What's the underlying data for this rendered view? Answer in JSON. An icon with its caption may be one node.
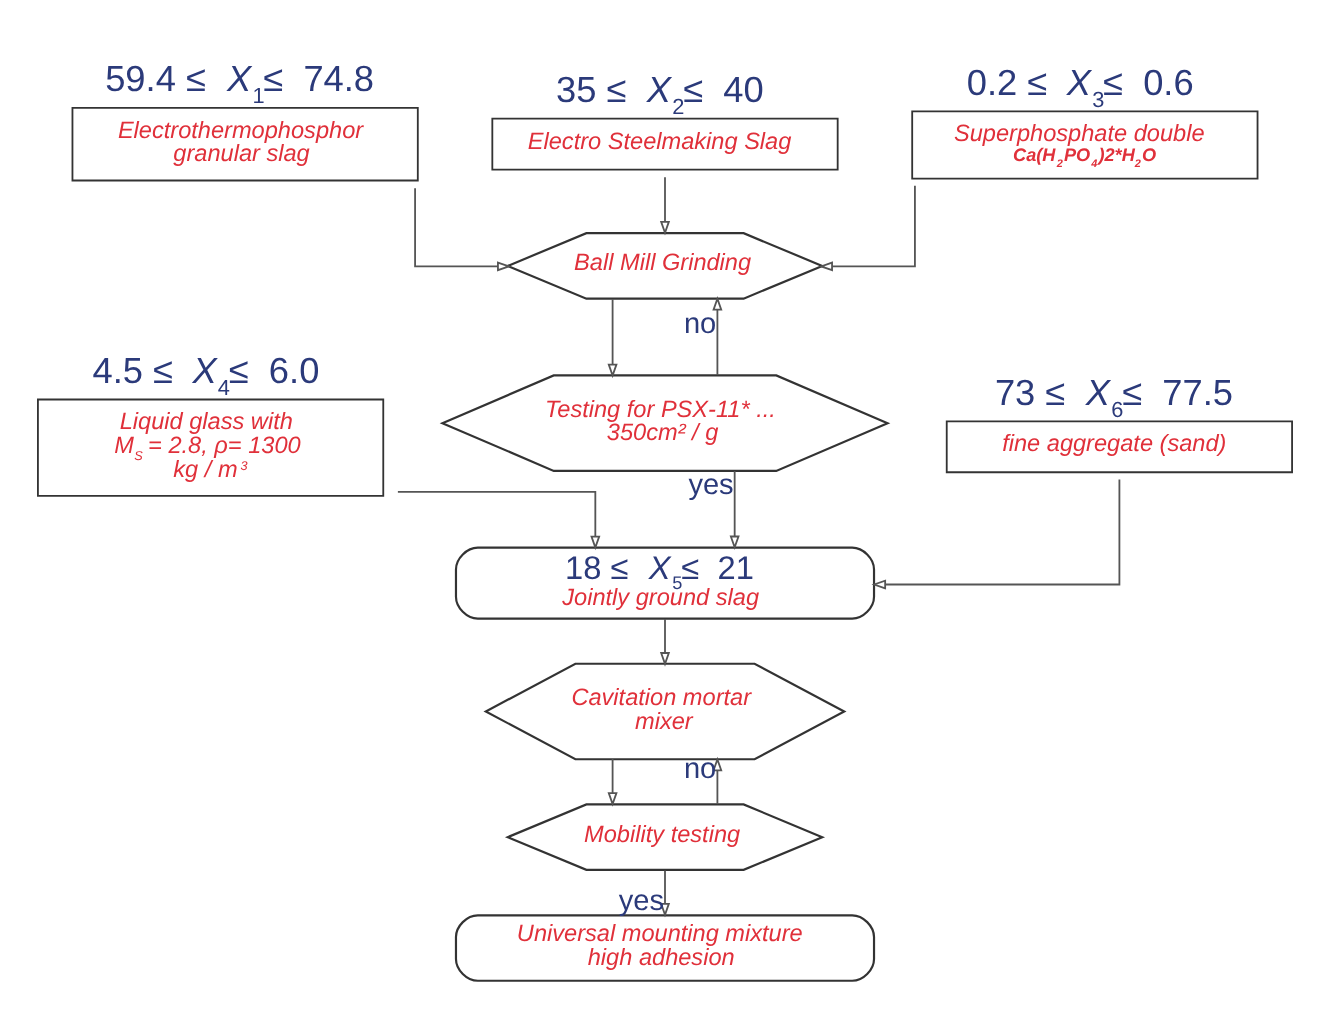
{
  "diagram": {
    "nodes": [
      {
        "text": [
          "59.4 ≤  *X*$_{1}$≤  74.8",
          "Electrothermophosphor granular slag"
        ]
      },
      {
        "text": [
          "35 ≤  *X*$_{2}$≤  40",
          "Electro Steelmaking Slag"
        ]
      },
      {
        "text": [
          "0.2 ≤  *X*$_{3}$≤  0.6",
          "Superphosphate double",
          "Ca(H$_{2}$PO$_{4}$)2*H$_{2}$O"
        ]
      },
      {
        "text": [
          "Ball Mill Grinding"
        ]
      },
      {
        "text": [
          "Testing for PSX-11* ... 350cm² / g"
        ]
      },
      {
        "text": [
          "4.5 ≤  *X*$_{4}$≤  6.0",
          "Liquid glass with M$_{S}$ = 2.8, ρ= 1300 kg / m$^{3}$"
        ]
      },
      {
        "text": [
          "73 ≤  *X*$_{6}$≤  77.5",
          "fine aggregate (sand)"
        ]
      },
      {
        "text": [
          "18 ≤  *X*$_{5}$≤  21",
          "Jointly ground slag"
        ]
      },
      {
        "text": [
          "Cavitation mortar mixer"
        ]
      },
      {
        "text": [
          "Mobility testing"
        ]
      },
      {
        "text": [
          "Universal mounting mixture high adhesion"
        ]
      }
    ],
    "edges": [
      {
        "from": 0,
        "to": 3,
        "arrow": "to"
      },
      {
        "from": 1,
        "to": 3,
        "arrow": "to"
      },
      {
        "from": 2,
        "to": 3,
        "arrow": "to"
      },
      {
        "from": 3,
        "to": 4,
        "arrow": "to"
      },
      {
        "from": 4,
        "to": 3,
        "arrow": "to",
        "label": "no"
      },
      {
        "from": 4,
        "to": 7,
        "arrow": "to",
        "label": "yes"
      },
      {
        "from": 5,
        "to": 7,
        "arrow": "to"
      },
      {
        "from": 6,
        "to": 7,
        "arrow": "to"
      },
      {
        "from": 7,
        "to": 8,
        "arrow": "to"
      },
      {
        "from": 8,
        "to": 9,
        "arrow": "to"
      },
      {
        "from": 9,
        "to": 8,
        "arrow": "to",
        "label": "no"
      },
      {
        "from": 9,
        "to": 10,
        "arrow": "to",
        "label": "yes"
      }
    ]
  }
}
